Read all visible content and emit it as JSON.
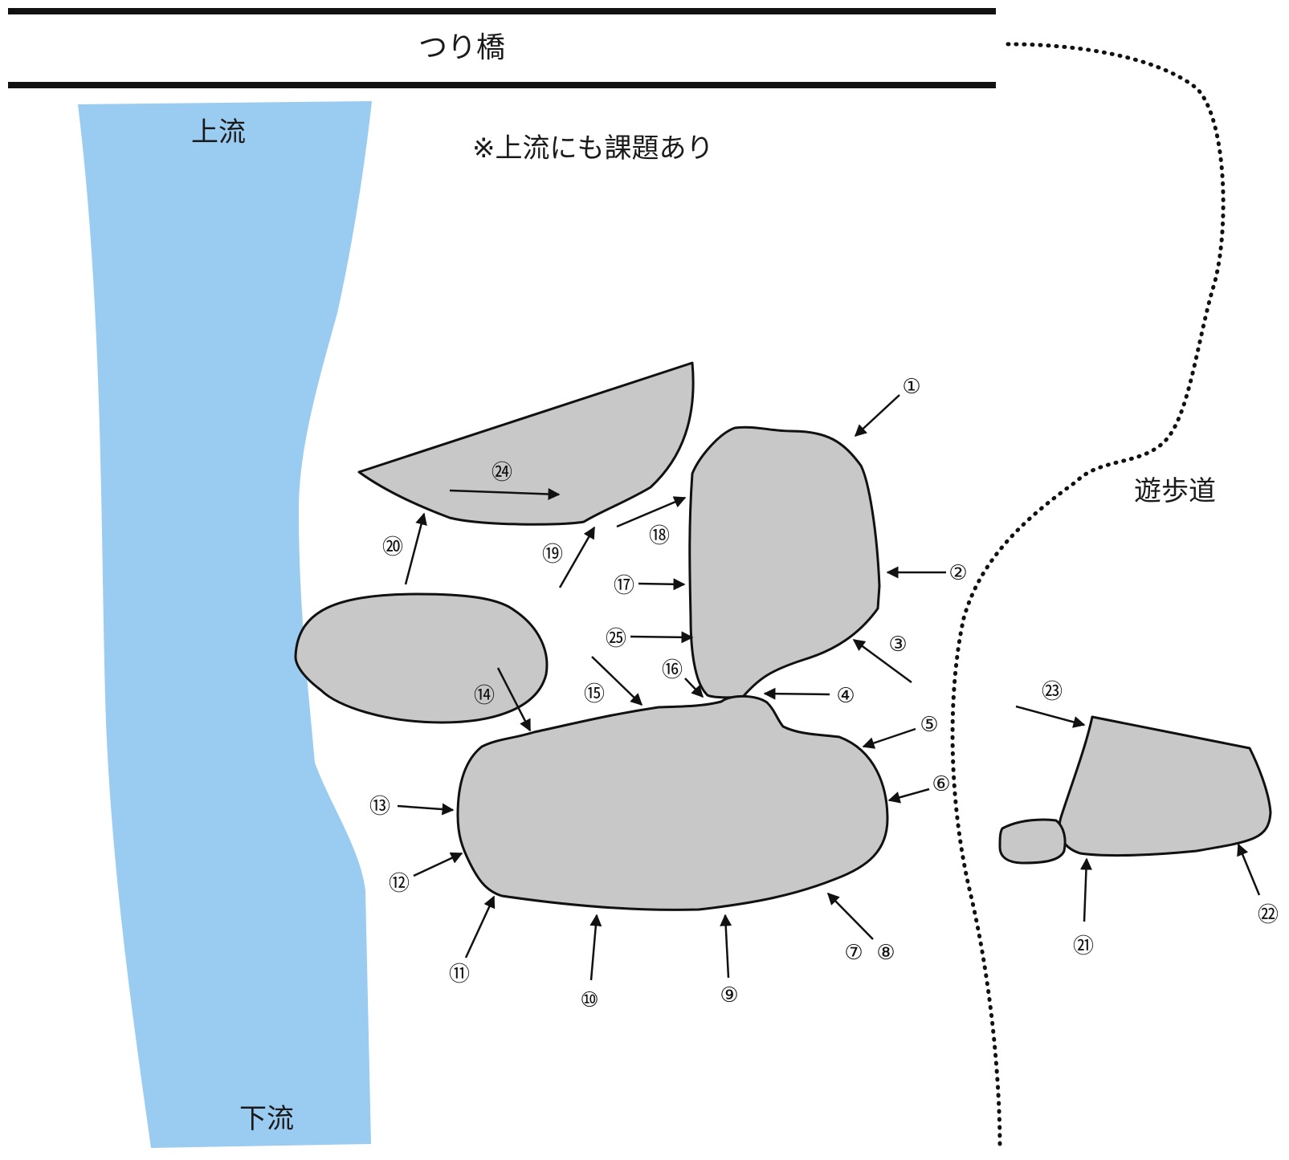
{
  "colors": {
    "river": "#9acbf1",
    "rock": "#c8c8c8",
    "line": "#111111"
  },
  "labels": {
    "bridge": "つり橋",
    "upstream": "上流",
    "downstream": "下流",
    "note": "※上流にも課題あり",
    "trail": "遊歩道"
  },
  "problems": [
    {
      "id": "1",
      "badge": "①"
    },
    {
      "id": "2",
      "badge": "②"
    },
    {
      "id": "3",
      "badge": "③"
    },
    {
      "id": "4",
      "badge": "④"
    },
    {
      "id": "5",
      "badge": "⑤"
    },
    {
      "id": "6",
      "badge": "⑥"
    },
    {
      "id": "7",
      "badge": "⑦"
    },
    {
      "id": "8",
      "badge": "⑧"
    },
    {
      "id": "9",
      "badge": "⑨"
    },
    {
      "id": "10",
      "badge": "⑩"
    },
    {
      "id": "11",
      "badge": "⑪"
    },
    {
      "id": "12",
      "badge": "⑫"
    },
    {
      "id": "13",
      "badge": "⑬"
    },
    {
      "id": "14",
      "badge": "⑭"
    },
    {
      "id": "15",
      "badge": "⑮"
    },
    {
      "id": "16",
      "badge": "⑯"
    },
    {
      "id": "17",
      "badge": "⑰"
    },
    {
      "id": "18",
      "badge": "⑱"
    },
    {
      "id": "19",
      "badge": "⑲"
    },
    {
      "id": "20",
      "badge": "⑳"
    },
    {
      "id": "21",
      "badge": "㉑"
    },
    {
      "id": "22",
      "badge": "㉒"
    },
    {
      "id": "23",
      "badge": "㉓"
    },
    {
      "id": "24",
      "badge": "㉔"
    },
    {
      "id": "25",
      "badge": "㉕"
    }
  ]
}
